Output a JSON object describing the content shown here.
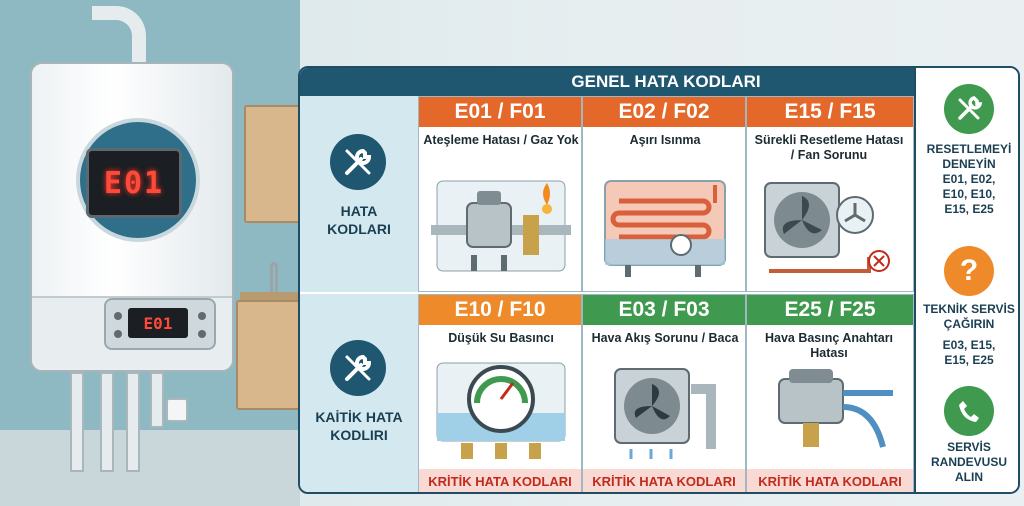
{
  "boiler": {
    "display_code": "E01",
    "panel_code": "E01"
  },
  "header": {
    "title": "GENEL HATA KODLARI"
  },
  "categories": [
    {
      "label_line1": "HATA",
      "label_line2": "KODLARI"
    },
    {
      "label_line1": "KAİTİK HATA",
      "label_line2": "KODLIRI"
    }
  ],
  "row1": [
    {
      "code": "E01 / F01",
      "desc_line1": "Ateşleme Hatası / Gaz Yok",
      "desc_line2": "",
      "color": "#e4682a"
    },
    {
      "code": "E02 / F02",
      "desc_line1": "Aşırı Isınma",
      "desc_line2": "",
      "color": "#e4682a"
    },
    {
      "code": "E15 / F15",
      "desc_line1": "Sürekli Resetleme Hatası",
      "desc_line2": "/ Fan Sorunu",
      "color": "#e4682a"
    }
  ],
  "row2": [
    {
      "code": "E10 / F10",
      "desc_line1": "Düşük Su Basıncı",
      "desc_line2": "",
      "color": "#ef8a2b"
    },
    {
      "code": "E03 / F03",
      "desc_line1": "Hava Akış Sorunu / Baca",
      "desc_line2": "",
      "color": "#3f9a4f"
    },
    {
      "code": "E25 / F25",
      "desc_line1": "Hava Basınç Anahtarı",
      "desc_line2": "Hatası",
      "color": "#3f9a4f"
    }
  ],
  "critical_label": "KRİTİK HATA KODLARI",
  "actions": [
    {
      "lines": [
        "RESETLEMEYİ",
        "DENEYİN",
        "E01, E02,",
        "E10, E10,",
        "E15, E25"
      ],
      "icon": "wrench-icon",
      "color": "#3f9a4f"
    },
    {
      "lines": [
        "TEKNİK SERVİS",
        "ÇAĞIRIN",
        "E03, E15,",
        "E15, E25"
      ],
      "icon": "question-icon",
      "color": "#ef8a2b"
    },
    {
      "lines": [
        "SERVİS",
        "RANDEVUSU",
        "ALIN"
      ],
      "icon": "phone-icon",
      "color": "#3f9a4f"
    }
  ]
}
